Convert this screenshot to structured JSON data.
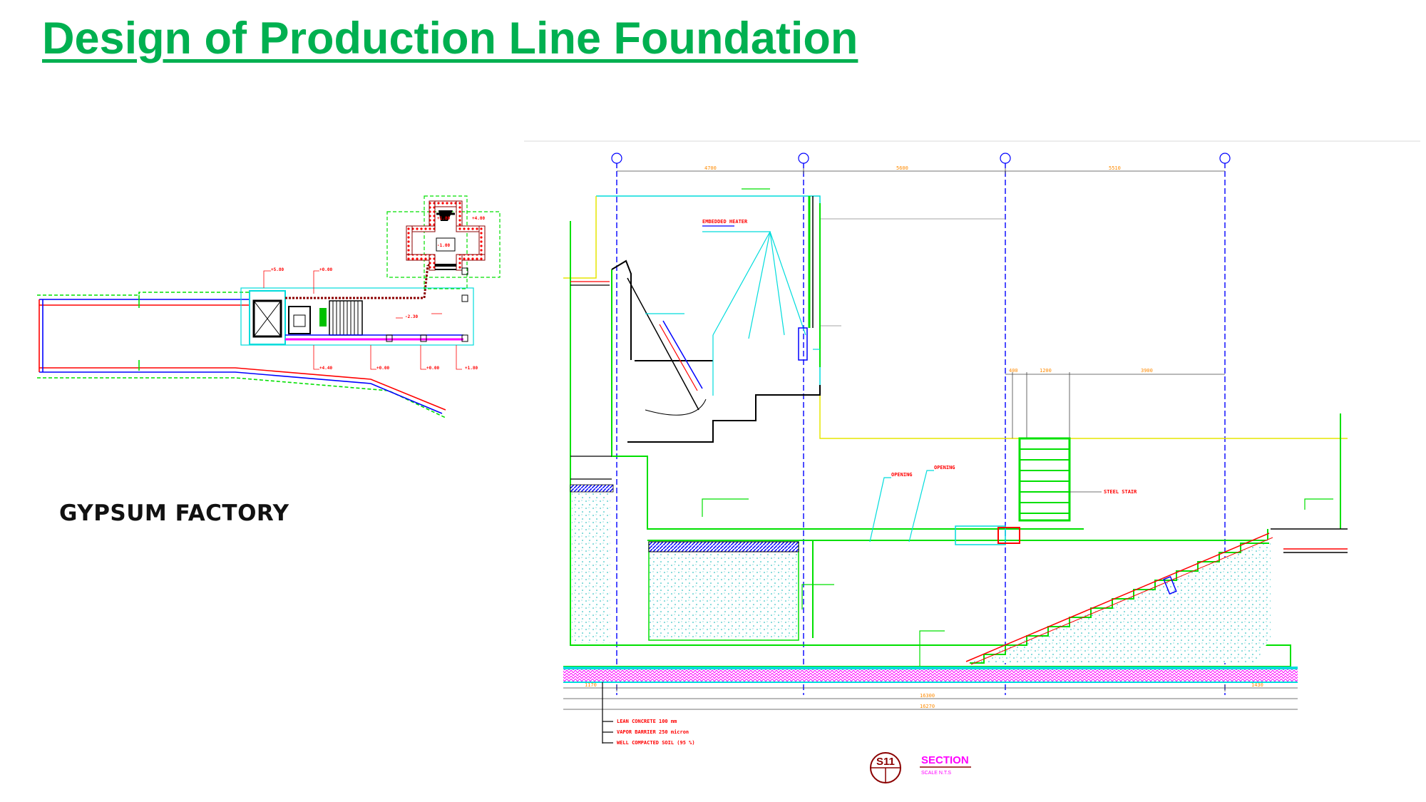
{
  "slide": {
    "title": "Design of Production Line Foundation",
    "subtitle": "GYPSUM FACTORY"
  },
  "colors": {
    "title_green": "#00b050",
    "cad_green": "#00e000",
    "cad_cyan": "#00dcdc",
    "cad_blue": "#0000ff",
    "cad_red": "#ff0000",
    "cad_orange": "#ff8a00",
    "cad_magenta": "#ff00ff",
    "cad_yellow": "#e6e600"
  },
  "plan": {
    "levels": [
      "+5.80",
      "+0.00",
      "+4.40",
      "+0.00",
      "+0.00",
      "+1.80",
      "+4.00",
      "-2.30",
      "+1.80",
      "-1.00"
    ]
  },
  "section": {
    "top_dims": [
      "4700",
      "5600",
      "5510"
    ],
    "right_dims": [
      "400",
      "1200",
      "3900"
    ],
    "bottom_dims": [
      "1170",
      "16300",
      "16270",
      "1430"
    ],
    "labels": [
      "EMBEDDED HEATER",
      "OPENING",
      "OPENING",
      "STEEL STAIR"
    ],
    "legend": [
      "LEAN CONCRETE 100 mm",
      "VAPOR BARRIER 250 micron",
      "WELL COMPACTED SOIL (95 %)"
    ],
    "title_block": {
      "id": "S11",
      "name": "SECTION",
      "scale": "SCALE N.T.S"
    }
  }
}
